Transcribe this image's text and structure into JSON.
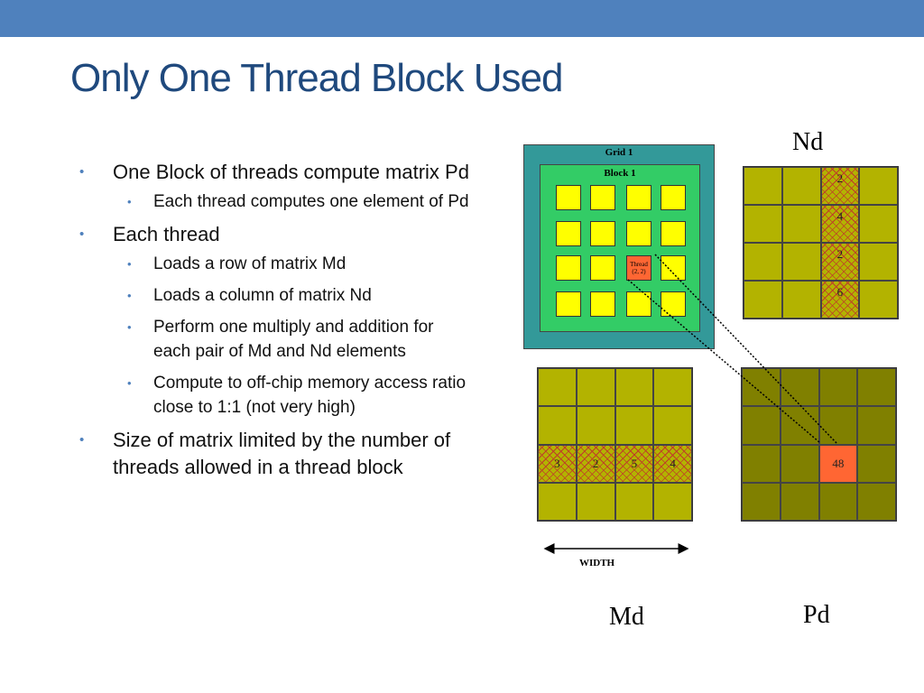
{
  "title": "Only One Thread Block Used",
  "bullets": [
    {
      "text": "One Block of threads compute matrix Pd",
      "sub": [
        "Each thread computes one element of Pd"
      ]
    },
    {
      "text": "Each thread",
      "sub": [
        "Loads a row of matrix Md",
        "Loads a column of matrix Nd",
        "Perform one multiply and addition for each pair of Md and Nd elements",
        "Compute to off-chip memory access ratio close to 1:1 (not very high)"
      ]
    },
    {
      "text": "Size of matrix limited by the number of threads allowed in a thread block",
      "sub": []
    }
  ],
  "diagram": {
    "grid_label": "Grid 1",
    "block_label": "Block 1",
    "thread_label": "Thread",
    "thread_coords": "(2, 2)",
    "nd_label": "Nd",
    "md_label": "Md",
    "pd_label": "Pd",
    "width_label": "WIDTH",
    "nd_column_values": [
      "2",
      "4",
      "2",
      "6"
    ],
    "md_row_values": [
      "3",
      "2",
      "5",
      "4"
    ],
    "pd_value": "48"
  },
  "colors": {
    "accent": "#4f81bd",
    "title": "#1f497d",
    "grid": "#339999",
    "block": "#33cc66",
    "thread": "#ffff00",
    "thread_highlight": "#ff6633",
    "md_nd_cell": "#b3b300",
    "pd_cell": "#808000"
  },
  "icons": {
    "bullet": "bullet-dot-icon",
    "arrow": "double-arrow-icon"
  }
}
